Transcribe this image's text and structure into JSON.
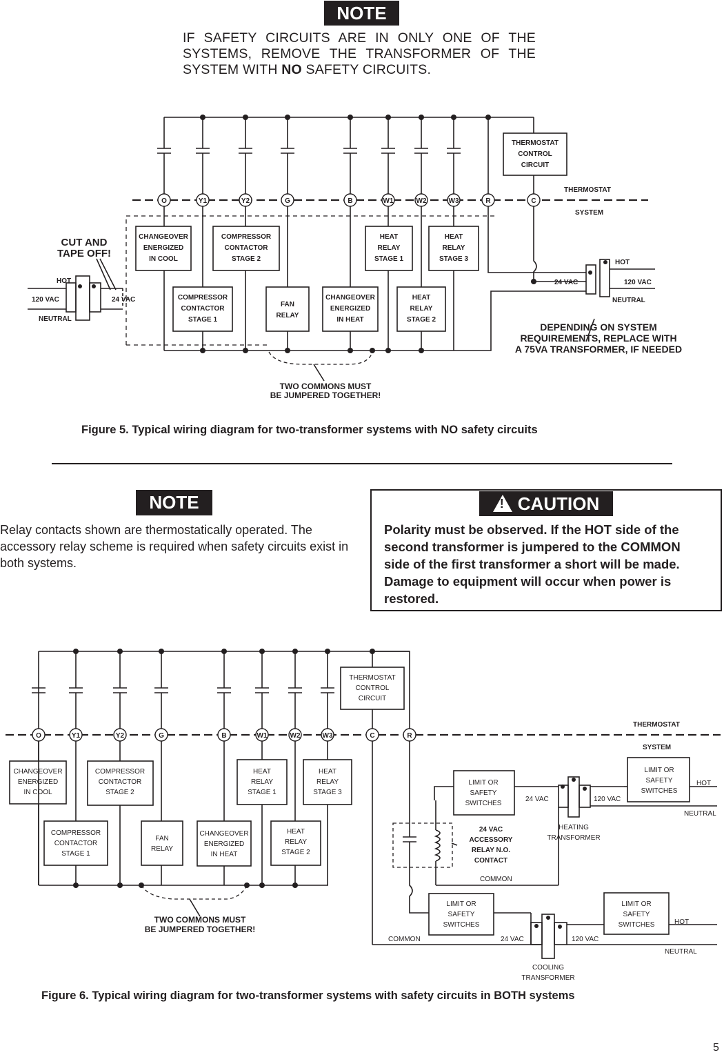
{
  "note_top": {
    "badge": "NOTE",
    "text_before": "IF SAFETY CIRCUITS ARE IN ONLY ONE OF THE SYSTEMS, REMOVE THE TRANSFORMER OF THE SYSTEM WITH ",
    "text_bold": "NO",
    "text_after": " SAFETY CIRCUITS."
  },
  "fig5": {
    "caption": "Figure 5. Typical wiring diagram for two-transformer systems with NO safety circuits",
    "terminals": [
      "O",
      "Y1",
      "Y2",
      "G",
      "B",
      "W1",
      "W2",
      "W3",
      "R",
      "C"
    ],
    "thermostat_control": [
      "THERMOSTAT",
      "CONTROL",
      "CIRCUIT"
    ],
    "thermostat_system": [
      "THERMOSTAT",
      "SYSTEM"
    ],
    "upper_boxes": [
      [
        "CHANGEOVER",
        "ENERGIZED",
        "IN COOL"
      ],
      [
        "COMPRESSOR",
        "CONTACTOR",
        "STAGE 2"
      ],
      [
        "HEAT",
        "RELAY",
        "STAGE 1"
      ],
      [
        "HEAT",
        "RELAY",
        "STAGE 3"
      ]
    ],
    "lower_boxes": [
      [
        "COMPRESSOR",
        "CONTACTOR",
        "STAGE 1"
      ],
      [
        "FAN",
        "RELAY"
      ],
      [
        "CHANGEOVER",
        "ENERGIZED",
        "IN HEAT"
      ],
      [
        "HEAT",
        "RELAY",
        "STAGE 2"
      ]
    ],
    "cut_tape": [
      "CUT AND",
      "TAPE OFF!"
    ],
    "left_transformer": {
      "hot": "HOT",
      "primary": "120 VAC",
      "neutral": "NEUTRAL",
      "secondary": "24 VAC"
    },
    "right_transformer": {
      "hot": "HOT",
      "primary": "120 VAC",
      "neutral": "NEUTRAL",
      "secondary": "24 VAC"
    },
    "depending": [
      "DEPENDING ON SYSTEM",
      "REQUIREMENTS, REPLACE WITH",
      "A 75VA TRANSFORMER, IF NEEDED"
    ],
    "commons": [
      "TWO COMMONS MUST",
      "BE JUMPERED TOGETHER!"
    ]
  },
  "note_mid": {
    "badge": "NOTE",
    "text": "Relay contacts shown are thermostatically operated. The accessory relay scheme is required when safety circuits exist in both systems."
  },
  "caution": {
    "badge": "CAUTION",
    "icon_glyph": "!",
    "text": "Polarity must be observed. If the HOT side of the second transformer is jumpered to the COMMON side of the first transformer a short will be made. Damage to equipment will occur when power is restored."
  },
  "fig6": {
    "caption": "Figure 6. Typical wiring diagram for two-transformer systems with safety circuits in BOTH systems",
    "terminals": [
      "O",
      "Y1",
      "Y2",
      "G",
      "B",
      "W1",
      "W2",
      "W3",
      "C",
      "R"
    ],
    "thermostat_control": [
      "THERMOSTAT",
      "CONTROL",
      "CIRCUIT"
    ],
    "thermostat_system": [
      "THERMOSTAT",
      "SYSTEM"
    ],
    "upper_boxes": [
      [
        "CHANGEOVER",
        "ENERGIZED",
        "IN COOL"
      ],
      [
        "COMPRESSOR",
        "CONTACTOR",
        "STAGE 2"
      ],
      [
        "HEAT",
        "RELAY",
        "STAGE 1"
      ],
      [
        "HEAT",
        "RELAY",
        "STAGE 3"
      ]
    ],
    "lower_boxes": [
      [
        "COMPRESSOR",
        "CONTACTOR",
        "STAGE 1"
      ],
      [
        "FAN",
        "RELAY"
      ],
      [
        "CHANGEOVER",
        "ENERGIZED",
        "IN HEAT"
      ],
      [
        "HEAT",
        "RELAY",
        "STAGE 2"
      ]
    ],
    "limit_switch": [
      "LIMIT OR",
      "SAFETY",
      "SWITCHES"
    ],
    "hot": "HOT",
    "neutral": "NEUTRAL",
    "vac24": "24 VAC",
    "vac120": "120 VAC",
    "heating_transformer": [
      "HEATING",
      "TRANSFORMER"
    ],
    "cooling_transformer": [
      "COOLING",
      "TRANSFORMER"
    ],
    "accessory_relay": [
      "24 VAC",
      "ACCESSORY",
      "RELAY N.O.",
      "CONTACT"
    ],
    "common": "COMMON",
    "commons": [
      "TWO COMMONS MUST",
      "BE JUMPERED TOGETHER!"
    ]
  },
  "page_number": "5"
}
